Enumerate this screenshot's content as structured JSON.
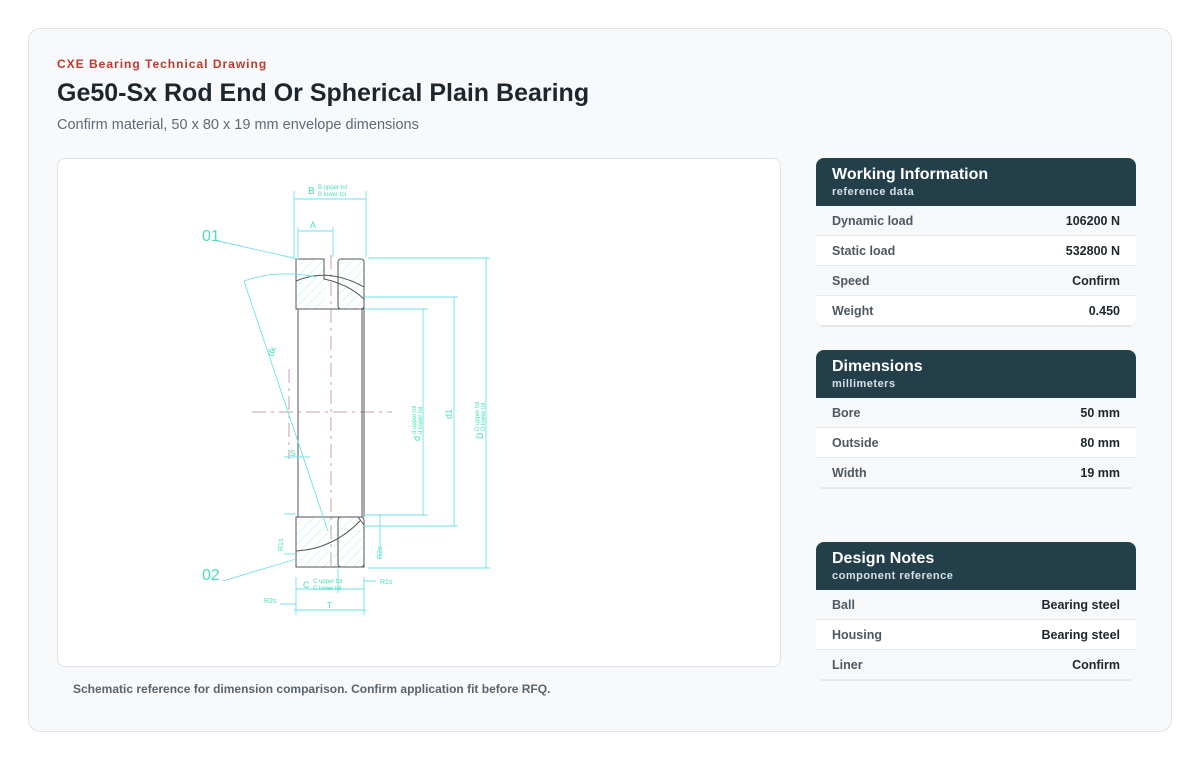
{
  "header": {
    "eyebrow": "CXE Bearing Technical Drawing",
    "title": "Ge50-Sx Rod End Or Spherical Plain Bearing",
    "subtitle": "Confirm material, 50 x 80 x 19 mm envelope dimensions"
  },
  "drawing": {
    "labels": {
      "part1": "01",
      "part2": "02",
      "B": "B",
      "B_upper": "B upper tol",
      "B_lower": "B lower tol",
      "A": "A",
      "dk": "dk",
      "d": "d",
      "d_upper": "d upper tol",
      "d_lower": "d lower tol",
      "d1": "d1",
      "D": "D",
      "D_upper": "D upper tol",
      "D_lower": "D lower tol",
      "S": "S",
      "R1s_left": "R1s",
      "R2s_right": "R2s",
      "C": "C",
      "C_upper": "C upper tol",
      "C_lower": "C lower tol",
      "R1s_bottom": "R1s",
      "R2s_bottom": "R2s",
      "T": "T"
    },
    "caption": "Schematic reference for dimension comparison. Confirm application fit before RFQ."
  },
  "working": {
    "title": "Working Information",
    "subtitle": "reference data",
    "rows": [
      {
        "label": "Dynamic load",
        "value": "106200 N"
      },
      {
        "label": "Static load",
        "value": "532800 N"
      },
      {
        "label": "Speed",
        "value": "Confirm"
      },
      {
        "label": "Weight",
        "value": "0.450"
      }
    ]
  },
  "dimensions": {
    "title": "Dimensions",
    "subtitle": "millimeters",
    "rows": [
      {
        "label": "Bore",
        "value": "50 mm"
      },
      {
        "label": "Outside",
        "value": "80 mm"
      },
      {
        "label": "Width",
        "value": "19 mm"
      }
    ]
  },
  "notes": {
    "title": "Design Notes",
    "subtitle": "component reference",
    "rows": [
      {
        "label": "Ball",
        "value": "Bearing steel"
      },
      {
        "label": "Housing",
        "value": "Bearing steel"
      },
      {
        "label": "Liner",
        "value": "Confirm"
      }
    ]
  }
}
